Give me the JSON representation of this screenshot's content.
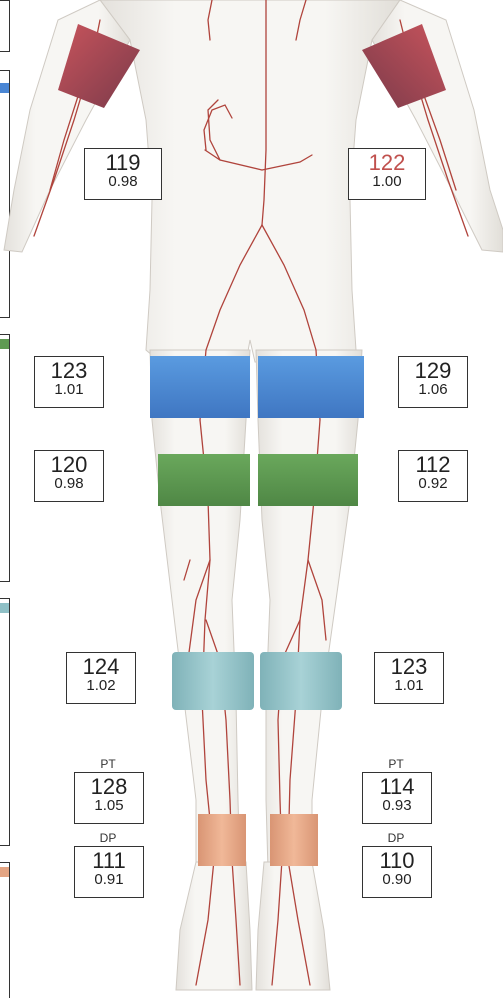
{
  "colors": {
    "upper_arm_cuff": "#b34a52",
    "high_thigh_cuff": "#4a86d4",
    "low_thigh_cuff": "#5e9a52",
    "calf_cuff": "#8fc0c6",
    "ankle_cuff": "#e4a584",
    "highlight_text": "#c0504d",
    "artery": "#b0443c",
    "skin": "#f3f1ee"
  },
  "measurements": {
    "right_brachial": {
      "pressure": "119",
      "ratio": "0.98"
    },
    "left_brachial": {
      "pressure": "122",
      "ratio": "1.00",
      "highlighted": true
    },
    "right_high_thigh": {
      "pressure": "123",
      "ratio": "1.01"
    },
    "left_high_thigh": {
      "pressure": "129",
      "ratio": "1.06"
    },
    "right_low_thigh": {
      "pressure": "120",
      "ratio": "0.98"
    },
    "left_low_thigh": {
      "pressure": "112",
      "ratio": "0.92"
    },
    "right_calf": {
      "pressure": "124",
      "ratio": "1.02"
    },
    "left_calf": {
      "pressure": "123",
      "ratio": "1.01"
    },
    "right_pt": {
      "label": "PT",
      "pressure": "128",
      "ratio": "1.05"
    },
    "left_pt": {
      "label": "PT",
      "pressure": "114",
      "ratio": "0.93"
    },
    "right_dp": {
      "label": "DP",
      "pressure": "111",
      "ratio": "0.91"
    },
    "left_dp": {
      "label": "DP",
      "pressure": "110",
      "ratio": "0.90"
    }
  }
}
